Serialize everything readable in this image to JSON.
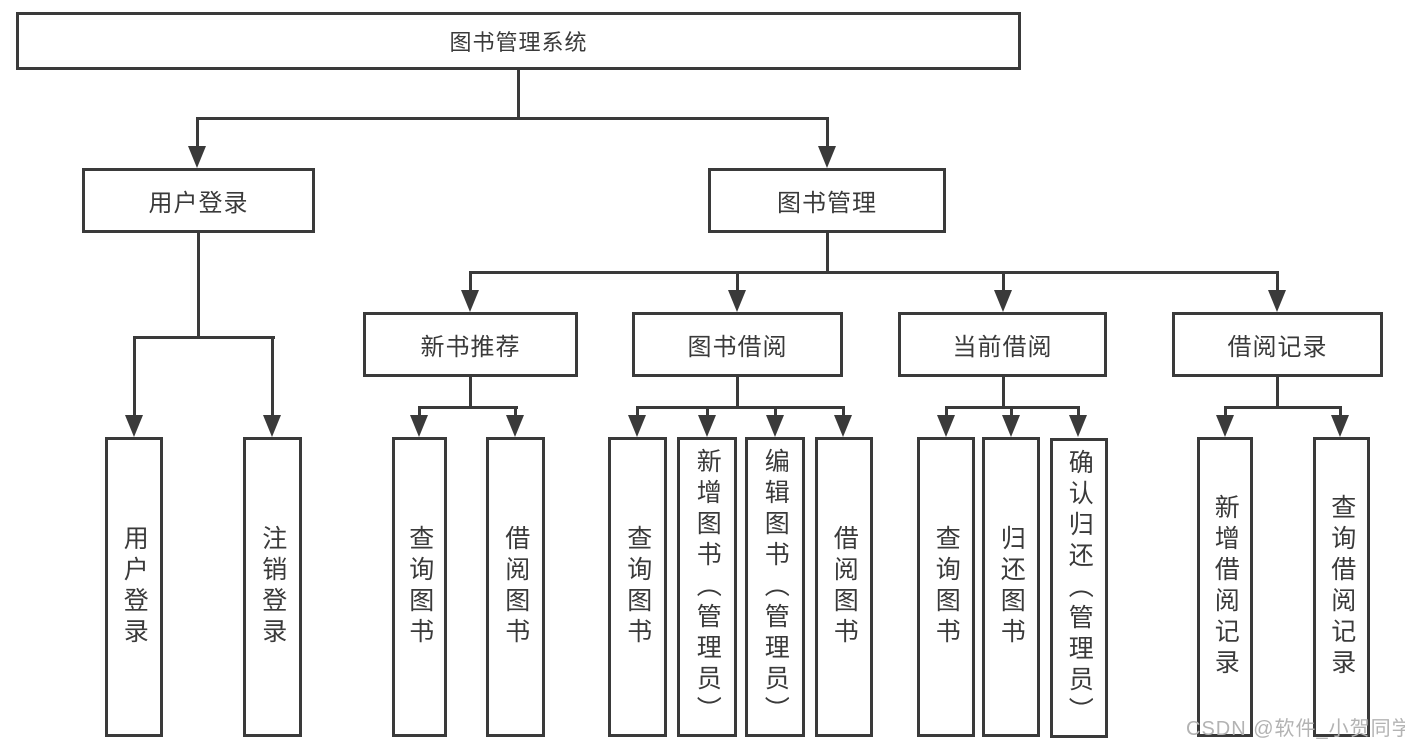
{
  "colors": {
    "background": "#ffffff",
    "stroke": "#3a3a3a",
    "text": "#3a3a3a",
    "watermark": "#b3b3b3"
  },
  "watermark": "CSDN @软件_小贺同学",
  "nodes": {
    "root": {
      "label": "图书管理系统"
    },
    "user_login": {
      "label": "用户登录"
    },
    "book_management": {
      "label": "图书管理"
    },
    "new_book_recommend": {
      "label": "新书推荐"
    },
    "book_borrow": {
      "label": "图书借阅"
    },
    "current_borrow": {
      "label": "当前借阅"
    },
    "borrow_records": {
      "label": "借阅记录"
    },
    "leaf_user_login": {
      "label": "用户登录"
    },
    "leaf_logout": {
      "label": "注销登录"
    },
    "leaf_nb_query": {
      "label": "查询图书"
    },
    "leaf_nb_borrow": {
      "label": "借阅图书"
    },
    "leaf_bb_query": {
      "label": "查询图书"
    },
    "leaf_bb_add": {
      "label": "新增图书（管理员）"
    },
    "leaf_bb_edit": {
      "label": "编辑图书（管理员）"
    },
    "leaf_bb_borrow": {
      "label": "借阅图书"
    },
    "leaf_cb_query": {
      "label": "查询图书"
    },
    "leaf_cb_return": {
      "label": "归还图书"
    },
    "leaf_cb_confirm": {
      "label": "确认归还（管理员）"
    },
    "leaf_br_add": {
      "label": "新增借阅记录"
    },
    "leaf_br_query": {
      "label": "查询借阅记录"
    }
  },
  "hierarchy": {
    "图书管理系统": {
      "用户登录": [
        "用户登录",
        "注销登录"
      ],
      "图书管理": {
        "新书推荐": [
          "查询图书",
          "借阅图书"
        ],
        "图书借阅": [
          "查询图书",
          "新增图书（管理员）",
          "编辑图书（管理员）",
          "借阅图书"
        ],
        "当前借阅": [
          "查询图书",
          "归还图书",
          "确认归还（管理员）"
        ],
        "借阅记录": [
          "新增借阅记录",
          "查询借阅记录"
        ]
      }
    }
  }
}
